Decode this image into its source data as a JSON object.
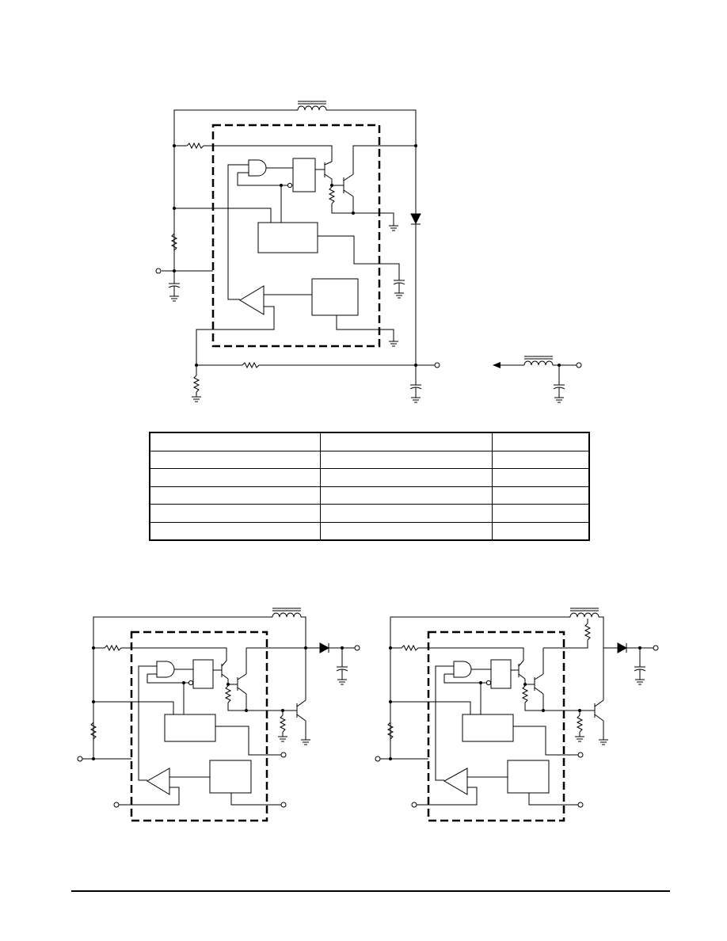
{
  "figures": [
    {
      "name": "boost-converter-schematic"
    },
    {
      "name": "inductor-output-filter"
    },
    {
      "name": "external-transistor-boost-schematic"
    },
    {
      "name": "external-transistor-flyback-schematic"
    }
  ],
  "table": {
    "rows": 6,
    "columns": 3,
    "cells": [
      [
        "",
        "",
        ""
      ],
      [
        "",
        "",
        ""
      ],
      [
        "",
        "",
        ""
      ],
      [
        "",
        "",
        ""
      ],
      [
        "",
        "",
        ""
      ],
      [
        "",
        "",
        ""
      ]
    ]
  }
}
